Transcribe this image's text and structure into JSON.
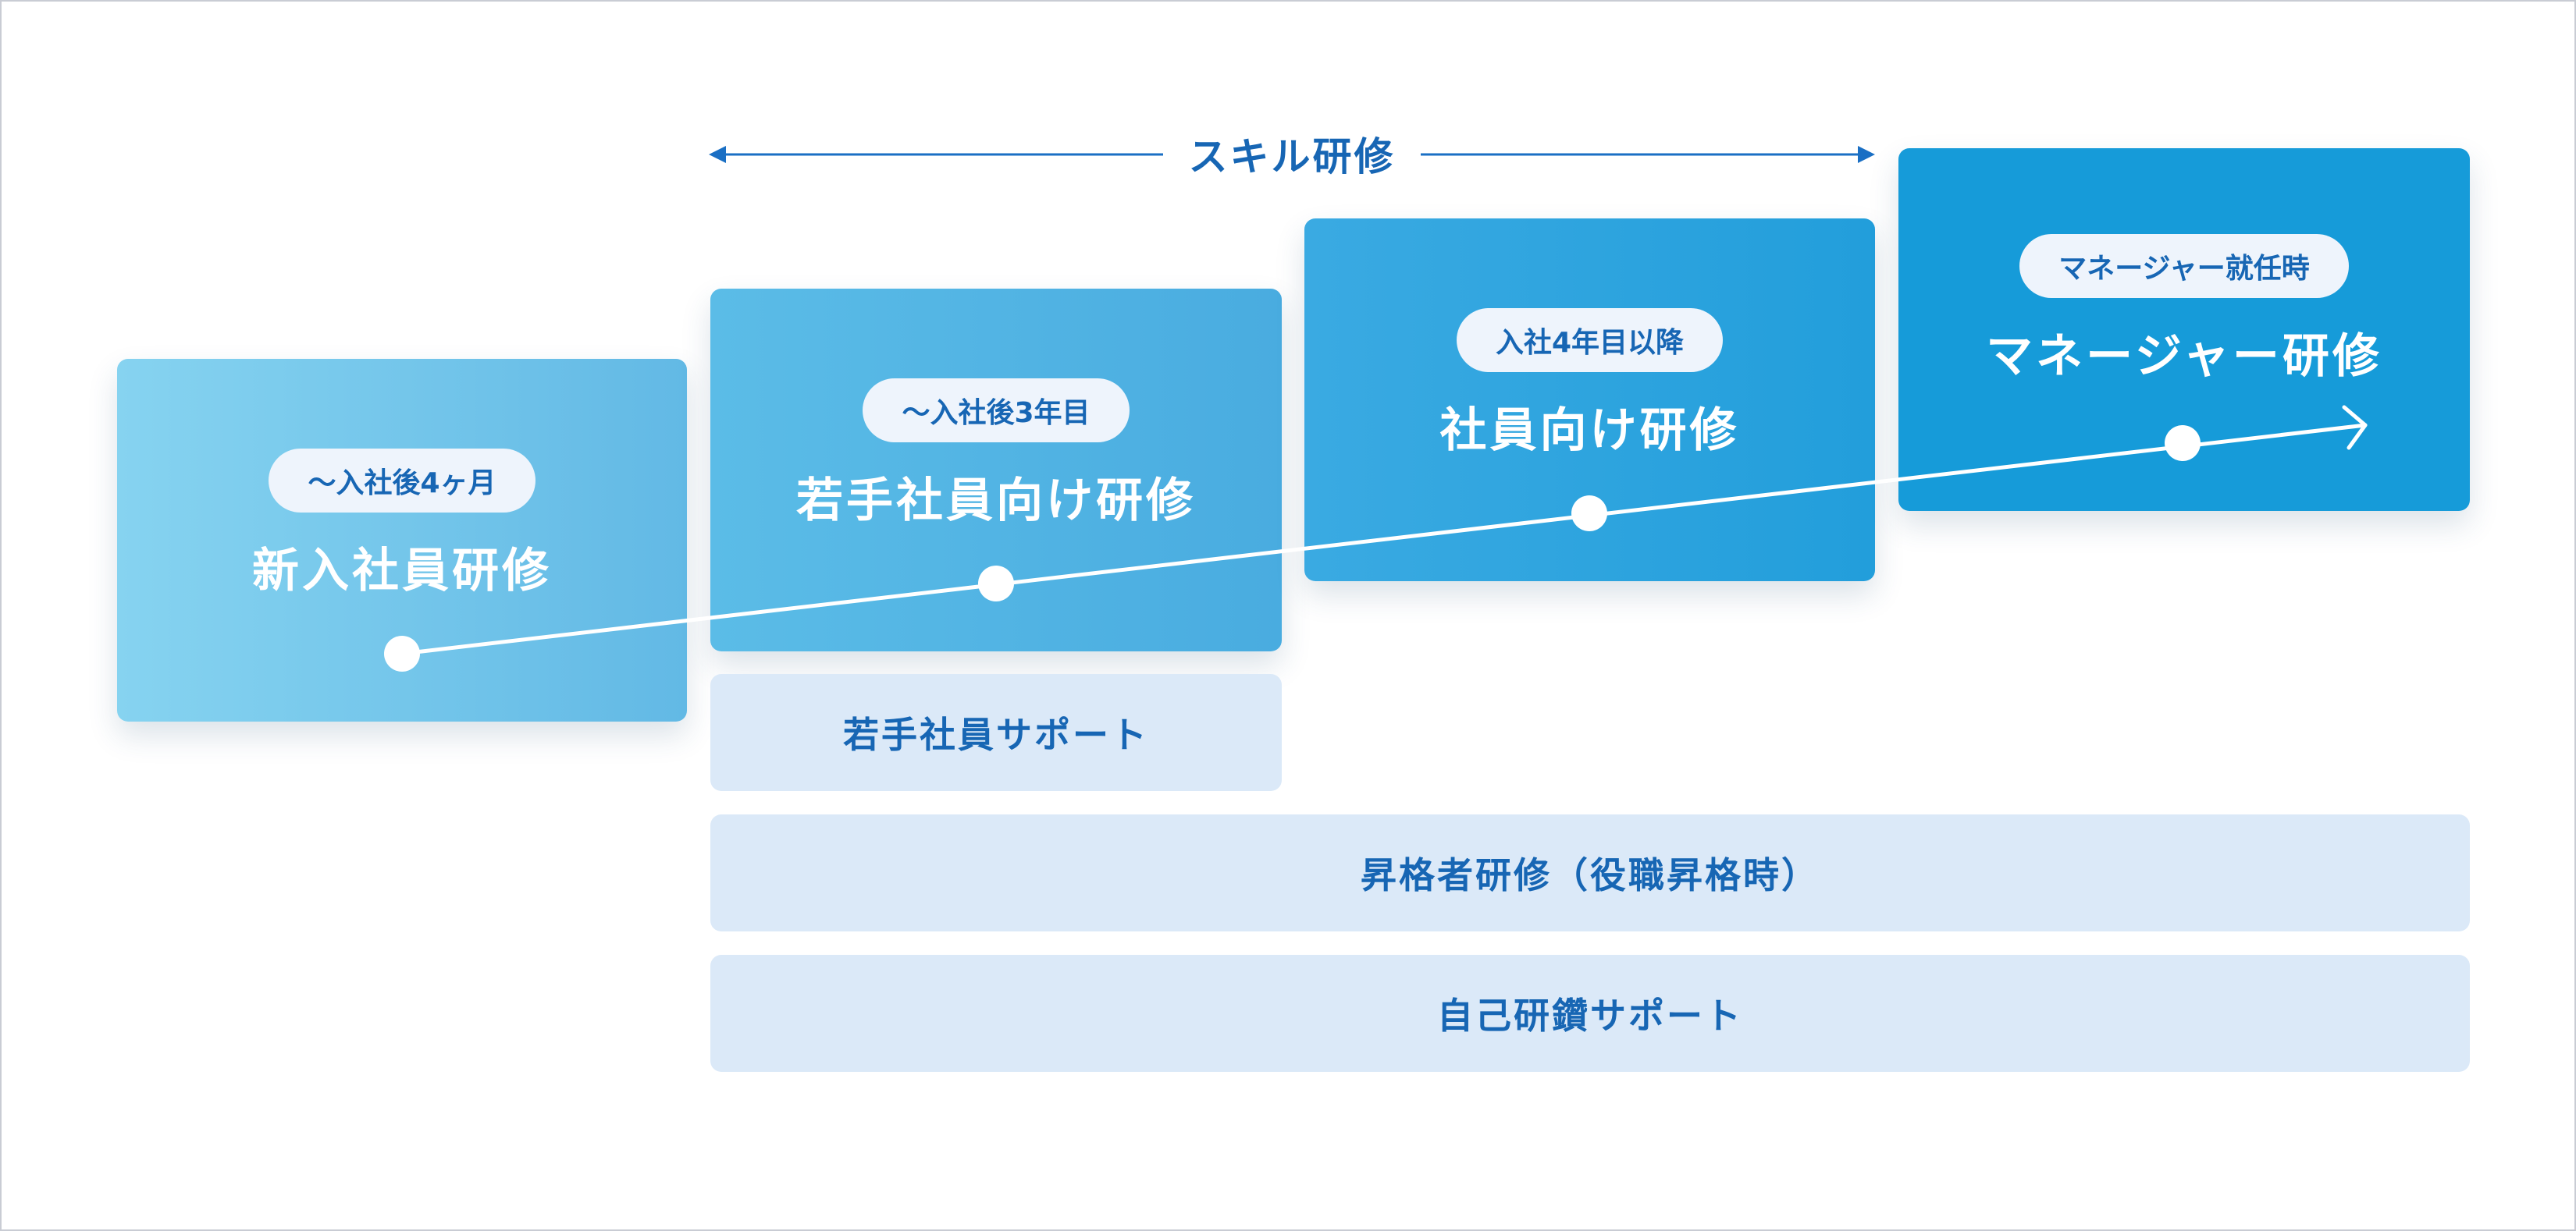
{
  "skill_label": "スキル研修",
  "cards": [
    {
      "pill": "〜入社後4ヶ月",
      "title": "新入社員研修"
    },
    {
      "pill": "〜入社後3年目",
      "title": "若手社員向け研修"
    },
    {
      "pill": "入社4年目以降",
      "title": "社員向け研修"
    },
    {
      "pill": "マネージャー就任時",
      "title": "マネージャー研修"
    }
  ],
  "bars": [
    {
      "label": "若手社員サポート"
    },
    {
      "label": "昇格者研修（役職昇格時）"
    },
    {
      "label": "自己研鑽サポート"
    }
  ],
  "colors": {
    "accent": "#1766b4",
    "arrow": "#1a6fc4",
    "pill_bg": "#eef4fc",
    "bar_bg": "#dbe9f8"
  }
}
